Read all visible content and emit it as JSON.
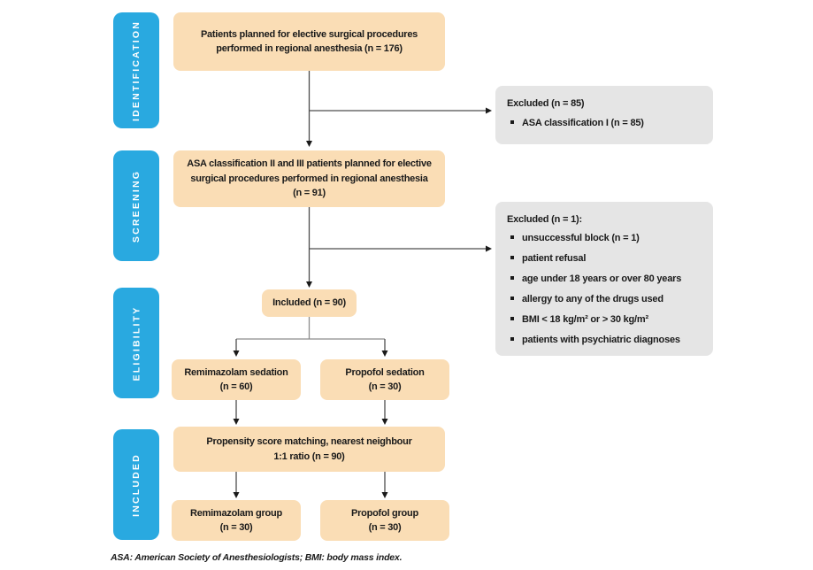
{
  "colors": {
    "stage_blue": "#29A9E0",
    "node_orange": "#FADDB5",
    "excluded_gray": "#E5E5E5",
    "connector_dark": "#4D4D4D",
    "connector_light": "#8C8C8C",
    "arrowhead_black": "#1A1A1A"
  },
  "stages": [
    {
      "id": "identification",
      "label": "IDENTIFICATION"
    },
    {
      "id": "screening",
      "label": "SCREENING"
    },
    {
      "id": "eligibility",
      "label": "ELIGIBILITY"
    },
    {
      "id": "included",
      "label": "INCLUDED"
    }
  ],
  "nodes": {
    "patients_planned": {
      "lines": [
        "Patients planned for elective surgical procedures",
        "performed in regional anesthesia (n = 176)"
      ]
    },
    "asa_ii_iii": {
      "lines": [
        "ASA classification II and III patients planned for elective",
        "surgical procedures performed in regional anesthesia",
        "(n = 91)"
      ]
    },
    "included_90": {
      "lines": [
        "Included (n = 90)"
      ]
    },
    "remimazolam_sedation": {
      "lines": [
        "Remimazolam sedation",
        "(n = 60)"
      ]
    },
    "propofol_sedation": {
      "lines": [
        "Propofol sedation",
        "(n = 30)"
      ]
    },
    "propensity": {
      "lines": [
        "Propensity score matching, nearest neighbour",
        "1:1 ratio (n = 90)"
      ]
    },
    "remimazolam_group": {
      "lines": [
        "Remimazolam group",
        "(n = 30)"
      ]
    },
    "propofol_group": {
      "lines": [
        "Propofol group",
        "(n = 30)"
      ]
    }
  },
  "exclusions": [
    {
      "title": "Excluded (n = 85)",
      "items": [
        "ASA classification I (n = 85)"
      ]
    },
    {
      "title": "Excluded (n = 1):",
      "items": [
        "unsuccessful block (n = 1)",
        "patient refusal",
        "age under 18 years or over 80 years",
        "allergy to any of the drugs used",
        "BMI < 18 kg/m² or > 30 kg/m²",
        "patients with psychiatric diagnoses"
      ]
    }
  ],
  "footnote": "ASA: American Society of Anesthesiologists; BMI: body mass index."
}
